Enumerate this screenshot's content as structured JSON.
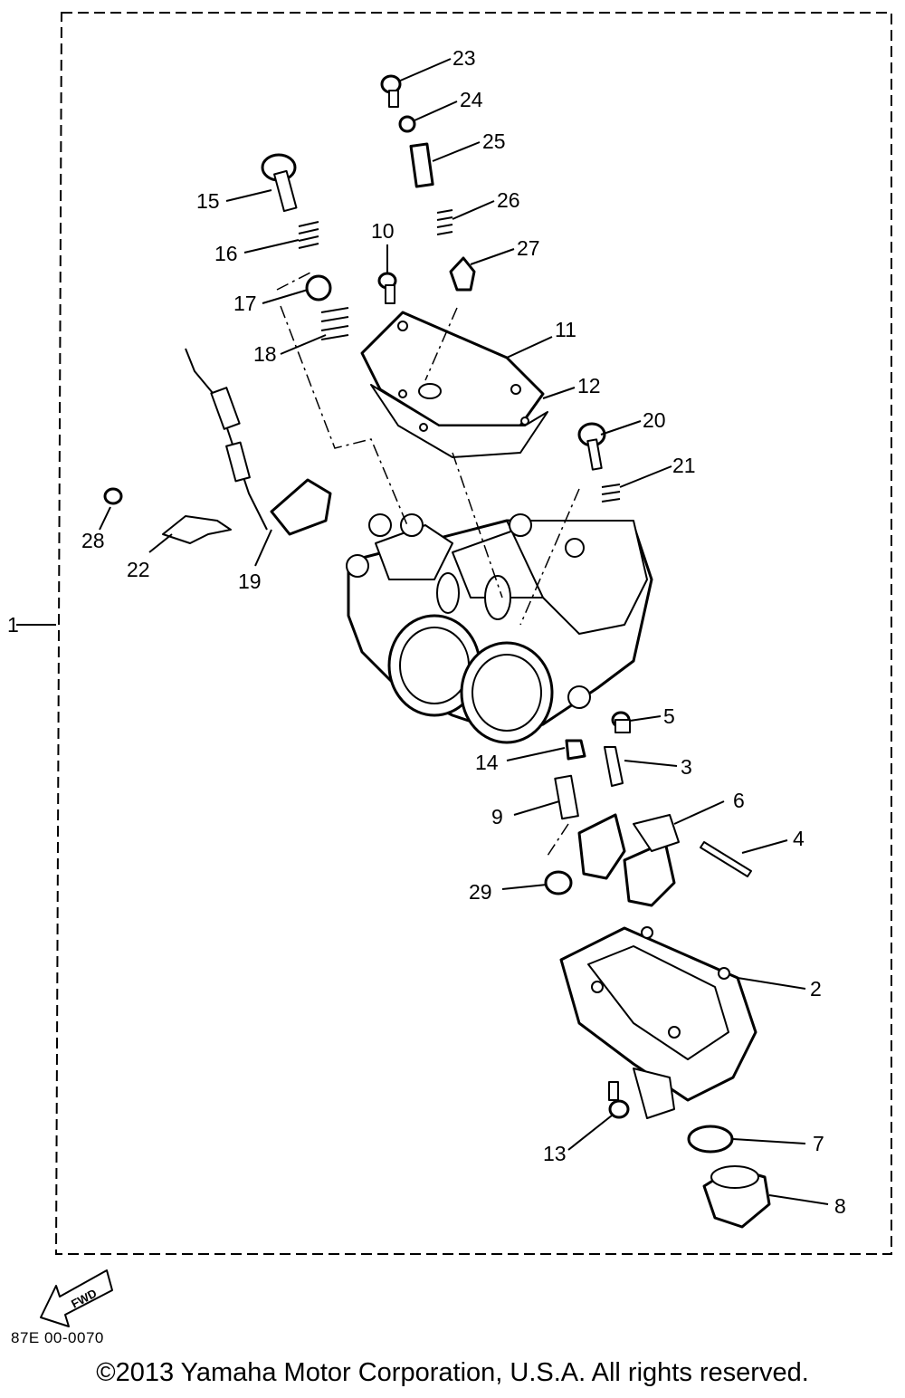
{
  "diagram": {
    "assembly_label": "1",
    "callouts": [
      "2",
      "3",
      "4",
      "5",
      "6",
      "7",
      "8",
      "9",
      "10",
      "11",
      "12",
      "13",
      "14",
      "15",
      "16",
      "17",
      "18",
      "19",
      "20",
      "21",
      "22",
      "23",
      "24",
      "25",
      "26",
      "27",
      "28",
      "29"
    ],
    "drawing_id": "87E 00-0070",
    "fwd_label": "FWD",
    "copyright": "©2013 Yamaha Motor Corporation, U.S.A. All rights reserved."
  }
}
